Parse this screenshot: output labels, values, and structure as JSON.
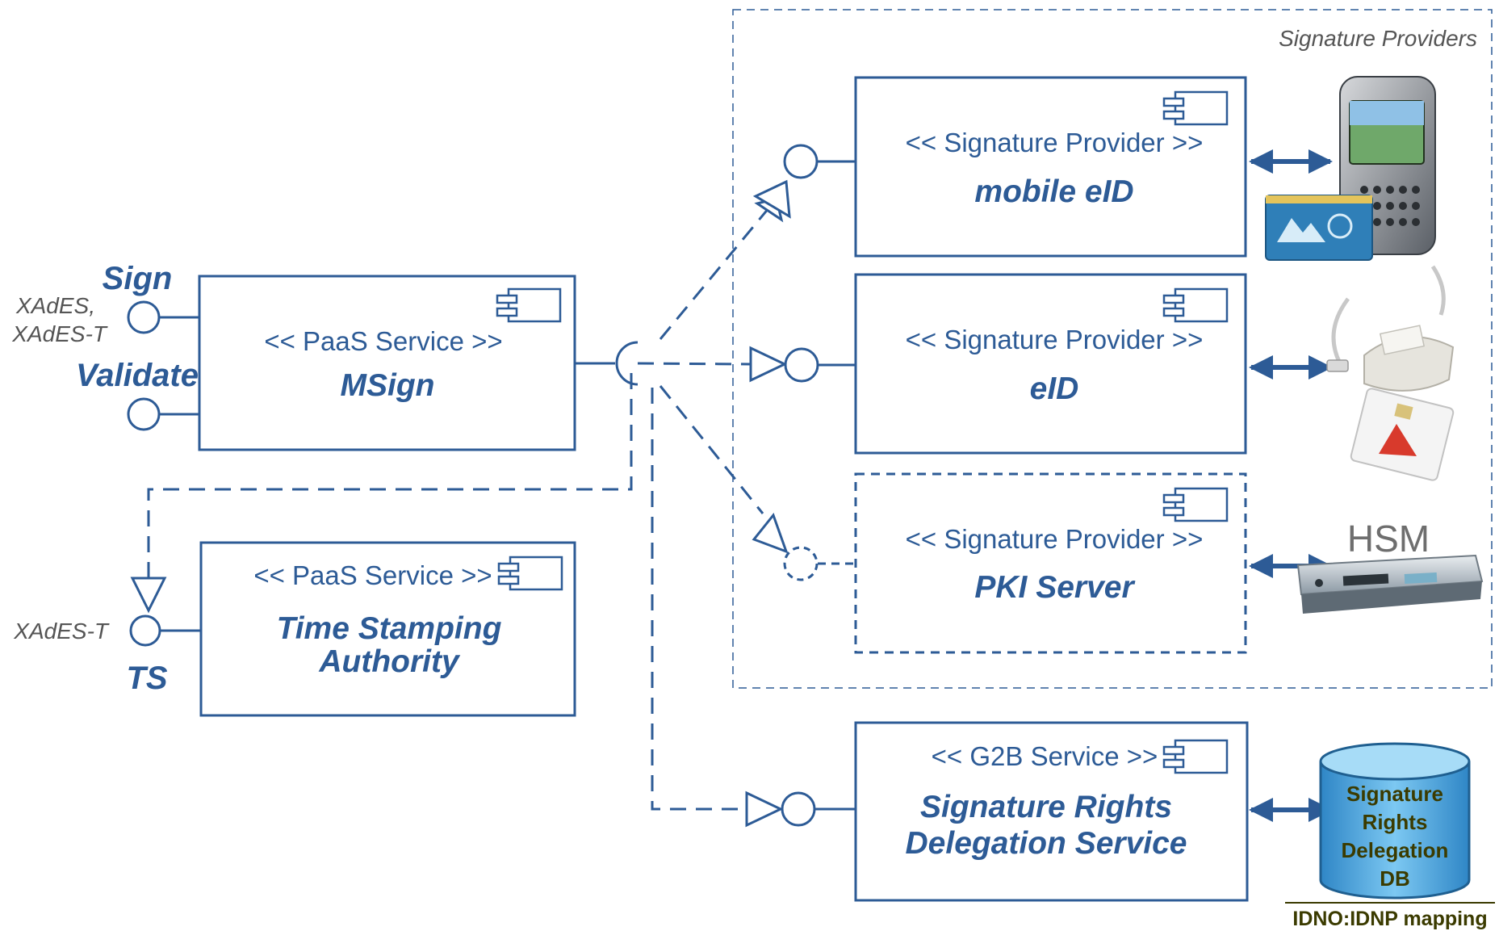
{
  "group_label": "Signature Providers",
  "components": {
    "msign": {
      "stereotype": "<< PaaS Service >>",
      "name": "MSign"
    },
    "tsa": {
      "stereotype": "<< PaaS Service >>",
      "name_line1": "Time Stamping",
      "name_line2": "Authority"
    },
    "mobile_eid": {
      "stereotype": "<< Signature Provider >>",
      "name": "mobile eID"
    },
    "eid": {
      "stereotype": "<< Signature Provider >>",
      "name": "eID"
    },
    "pki": {
      "stereotype": "<< Signature Provider >>",
      "name": "PKI Server"
    },
    "srds": {
      "stereotype": "<< G2B Service >>",
      "name_line1": "Signature Rights",
      "name_line2": "Delegation Service"
    }
  },
  "ports": {
    "sign": "Sign",
    "validate": "Validate",
    "ts": "TS",
    "sign_formats_line1": "XAdES,",
    "sign_formats_line2": "XAdES-T",
    "ts_format": "XAdES-T"
  },
  "devices": {
    "hsm_label": "HSM",
    "db_line1": "Signature",
    "db_line2": "Rights",
    "db_line3": "Delegation",
    "db_line4": "DB",
    "db_caption": "IDNO:IDNP mapping"
  },
  "colors": {
    "line": "#2d5b96",
    "db_fill": "#5aaee2",
    "db_text": "#3b3b00"
  }
}
